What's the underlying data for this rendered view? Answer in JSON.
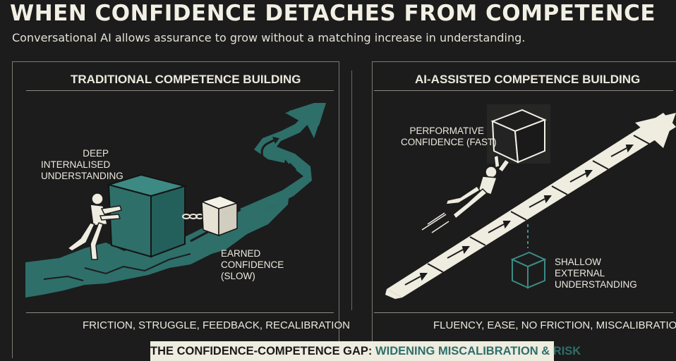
{
  "header": {
    "title": "WHEN CONFIDENCE DETACHES FROM COMPETENCE",
    "subtitle": "Conversational AI allows assurance to grow without a matching increase in understanding."
  },
  "left_panel": {
    "title": "TRADITIONAL COMPETENCE BUILDING",
    "label_deep": [
      "DEEP",
      "INTERNALISED",
      "UNDERSTANDING"
    ],
    "label_earned": [
      "EARNED",
      "CONFIDENCE",
      "(SLOW)"
    ],
    "footer": "FRICTION, STRUGGLE, FEEDBACK, RECALIBRATION"
  },
  "right_panel": {
    "title": "AI-ASSISTED COMPETENCE BUILDING",
    "label_performative": [
      "PERFORMATIVE",
      "CONFIDENCE (FAST)"
    ],
    "label_shallow": [
      "SHALLOW",
      "EXTERNAL",
      "UNDERSTANDING"
    ],
    "footer": "FLUENCY, EASE, NO FRICTION, MISCALIBRATION"
  },
  "banner": {
    "prefix": "THE CONFIDENCE-COMPETENCE GAP:",
    "accent": "WIDENING MISCALIBRATION & RISK"
  },
  "colors": {
    "background": "#1c1c1c",
    "teal": "#2e6f6a",
    "cream": "#efece0"
  }
}
